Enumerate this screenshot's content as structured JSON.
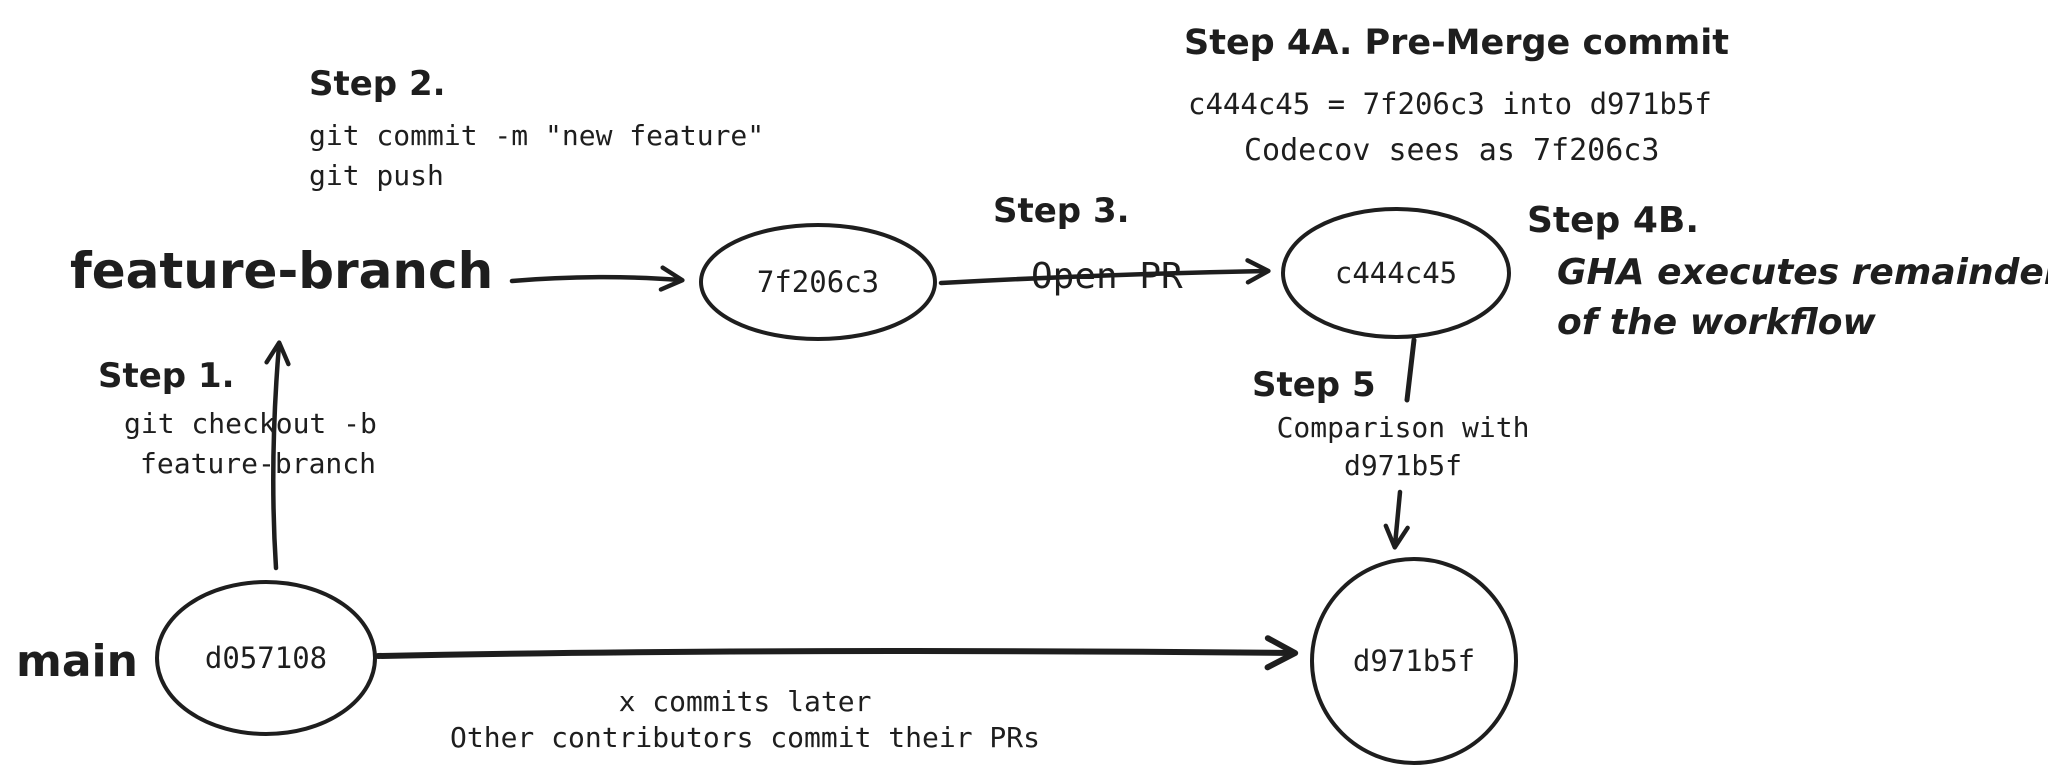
{
  "colors": {
    "stroke": "#1e1e1e",
    "node_feature_commit": "#a5d8ff",
    "node_merge_commit": "#b2f2bb",
    "node_main_head": "#ffe786",
    "node_main_base": "#ffc9c9",
    "background": "#ffffff"
  },
  "branches": {
    "feature_branch_label": "feature-branch",
    "main_label": "main"
  },
  "nodes": {
    "feature_commit": {
      "label": "7f206c3"
    },
    "merge_commit": {
      "label": "c444c45"
    },
    "main_head": {
      "label": "d971b5f"
    },
    "main_base": {
      "label": "d057108"
    }
  },
  "annotations": {
    "step1": {
      "title": "Step 1.",
      "line1": "git checkout -b",
      "line2": "feature-branch"
    },
    "step2": {
      "title": "Step 2.",
      "line1": "git commit -m \"new feature\"",
      "line2": "git push"
    },
    "step3": {
      "title": "Step 3.",
      "action": "Open PR"
    },
    "step4a": {
      "title": "Step 4A. Pre-Merge commit",
      "line1": "c444c45 = 7f206c3 into d971b5f",
      "line2": "Codecov sees as 7f206c3"
    },
    "step4b": {
      "title": "Step 4B.",
      "line1": "GHA executes remainder",
      "line2": "of the workflow"
    },
    "step5": {
      "title": "Step 5",
      "line1": "Comparison with",
      "line2": "d971b5f"
    },
    "main_arrow": {
      "line1": "x commits later",
      "line2": "Other contributors commit their PRs"
    }
  }
}
